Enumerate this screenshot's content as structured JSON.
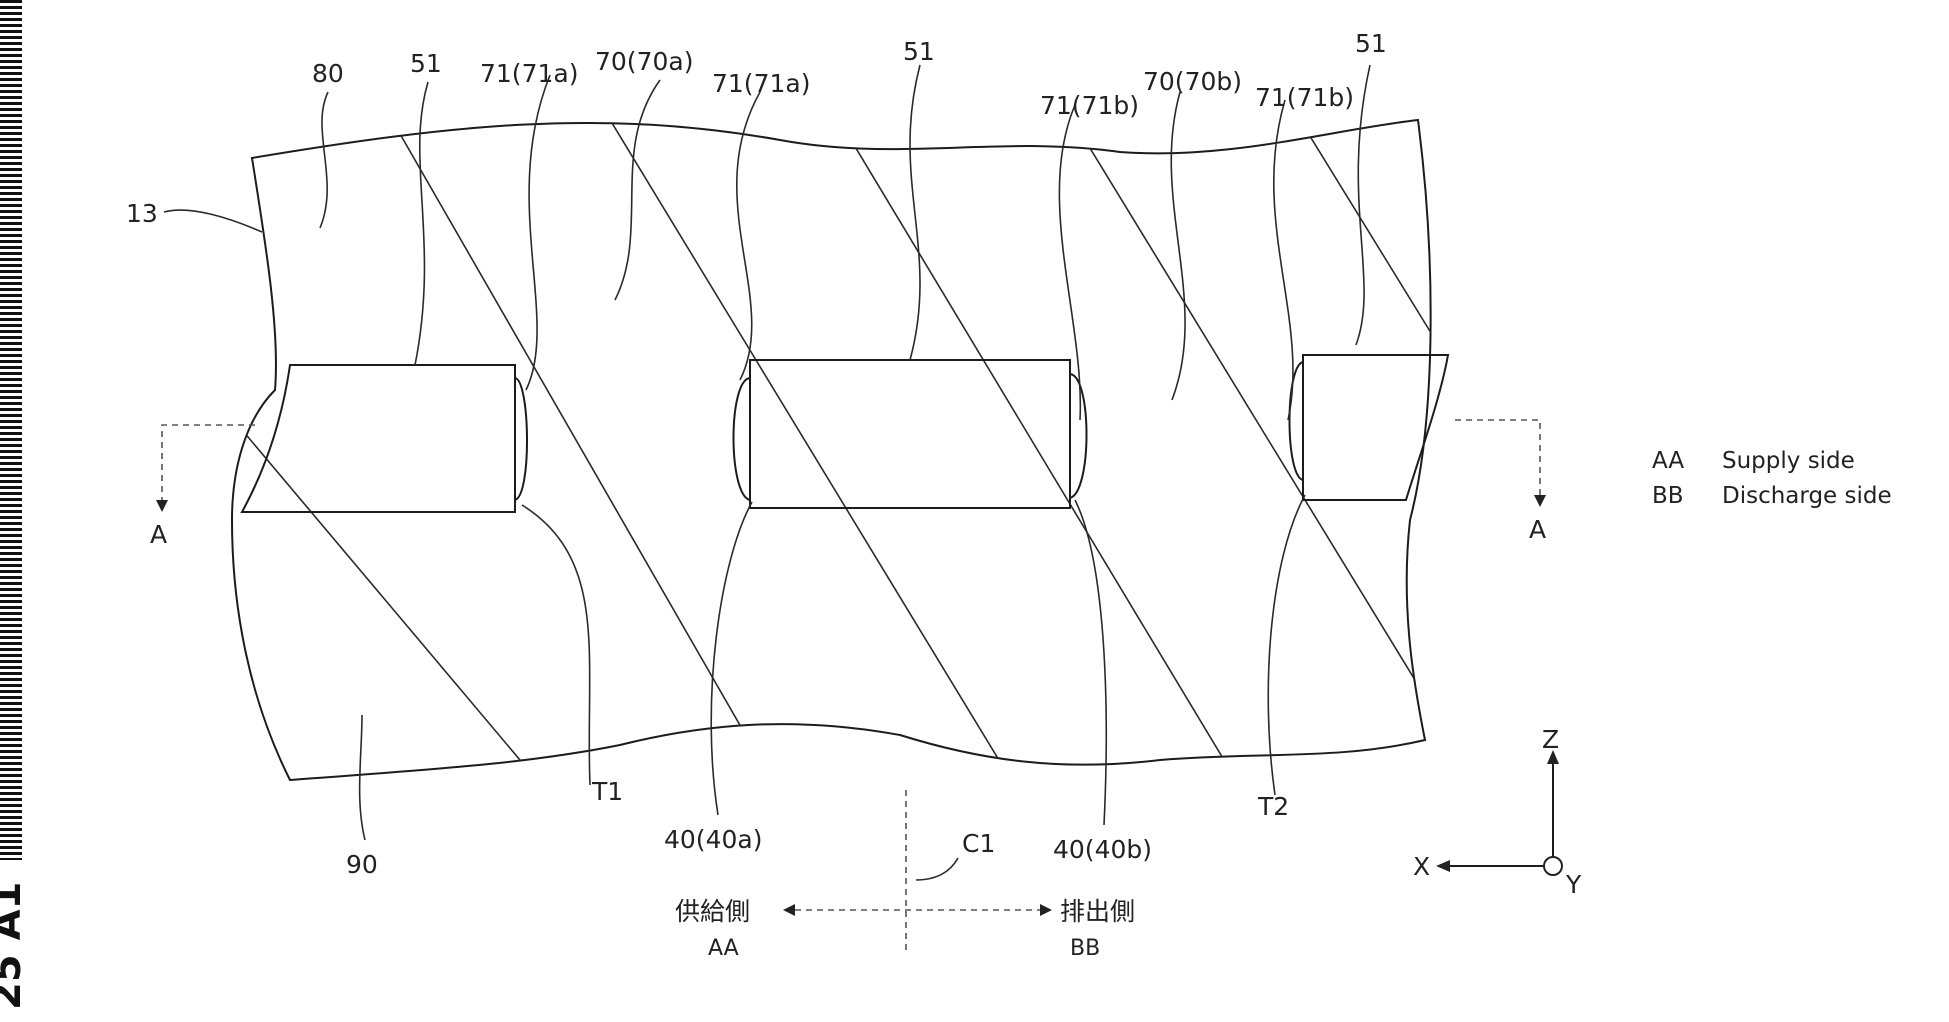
{
  "side_stamp": "25 A1",
  "labels": {
    "l80": "80",
    "l51_left": "51",
    "l71a_left": "71(71a)",
    "l70a": "70(70a)",
    "l71a_right": "71(71a)",
    "l51_mid": "51",
    "l71b_left": "71(71b)",
    "l70b": "70(70b)",
    "l71b_right": "71(71b)",
    "l51_right": "51",
    "l13": "13",
    "lA_left": "A",
    "lA_right": "A",
    "l90": "90",
    "lT1": "T1",
    "lT2": "T2",
    "l40a": "40(40a)",
    "l40b": "40(40b)",
    "lC1": "C1"
  },
  "direction": {
    "supply_jp": "供給側",
    "supply_code": "AA",
    "discharge_jp": "排出側",
    "discharge_code": "BB"
  },
  "axes": {
    "z": "Z",
    "x": "X",
    "y": "Y"
  },
  "legend": [
    {
      "code": "AA",
      "text": "Supply side"
    },
    {
      "code": "BB",
      "text": "Discharge side"
    }
  ]
}
